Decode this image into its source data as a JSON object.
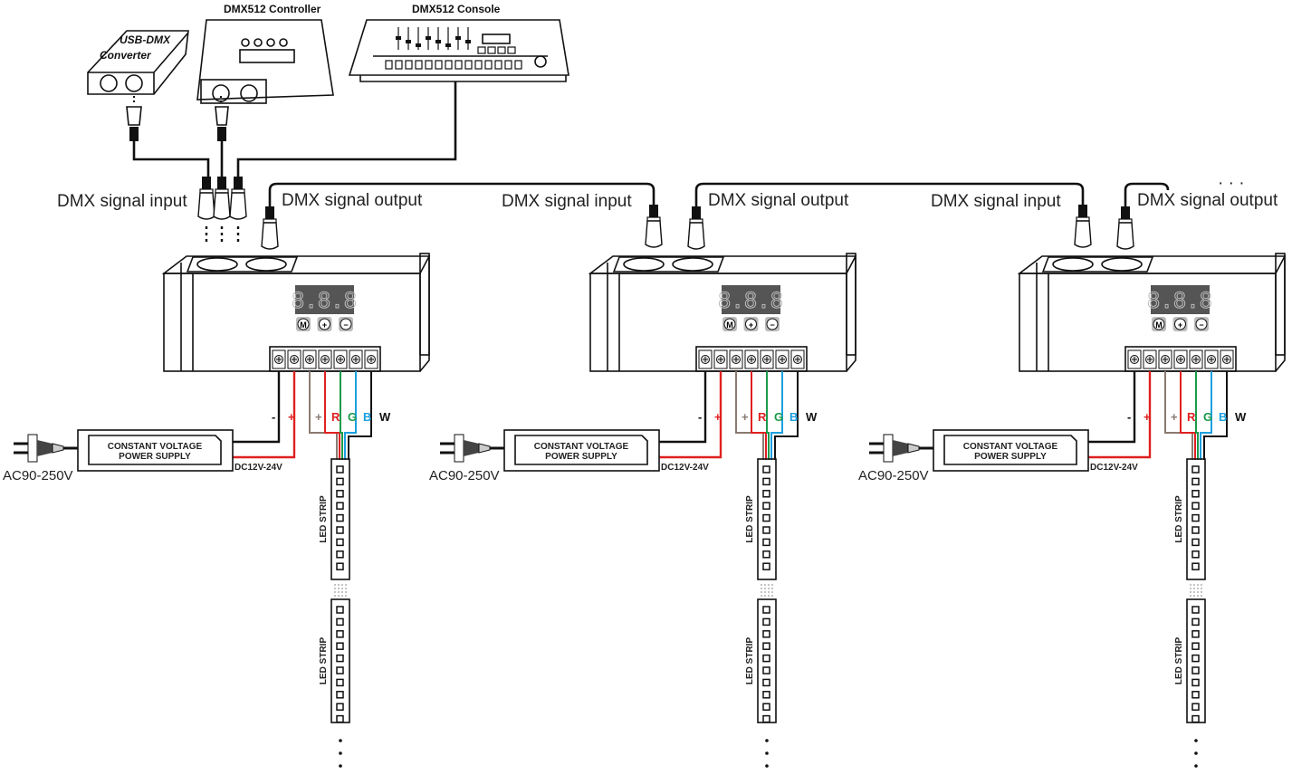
{
  "devices": {
    "usb_dmx": [
      "USB-DMX",
      "Converter"
    ],
    "controller": "DMX512 Controller",
    "console": "DMX512 Console"
  },
  "units": [
    {
      "input_label": "DMX signal input",
      "output_label": "DMX signal output"
    },
    {
      "input_label": "DMX signal input",
      "output_label": "DMX signal output"
    },
    {
      "input_label": "DMX signal input",
      "output_label": "DMX signal output"
    }
  ],
  "unit_common": {
    "display": "8.8.8",
    "buttons": [
      "M",
      "+",
      "−"
    ],
    "terminals": [
      "-",
      "+",
      "+",
      "R",
      "G",
      "B",
      "W"
    ],
    "power_supply": [
      "CONSTANT VOLTAGE",
      "POWER SUPPLY"
    ],
    "ac_label": "AC90-250V",
    "dc_label": "DC12V-24V",
    "strip_label": "LED STRIP",
    "continuation": "· · ·"
  },
  "colors": {
    "negative": "#111111",
    "positive": "#e02020",
    "common": "#8a7a70",
    "red": "#e02020",
    "green": "#1a9a4a",
    "blue": "#1aa0e0",
    "white": "#111111"
  }
}
